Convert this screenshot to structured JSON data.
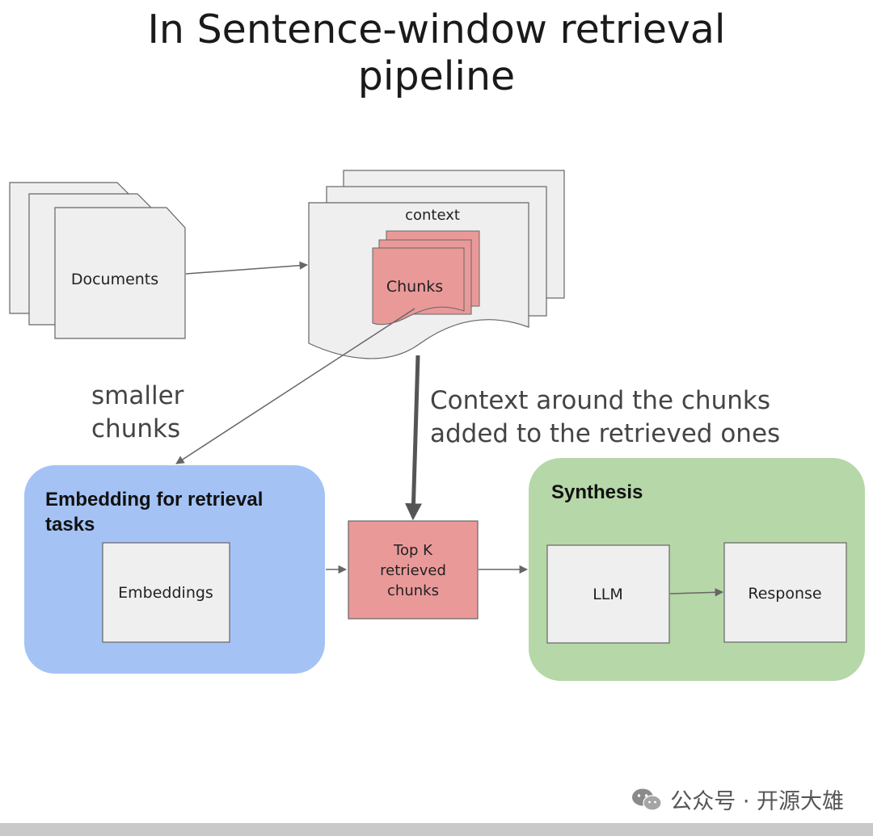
{
  "title": {
    "line1": "In Sentence-window retrieval",
    "line2": "pipeline"
  },
  "nodes": {
    "documents": "Documents",
    "context": "context",
    "chunks": "Chunks",
    "embedding_group_line1": "Embedding for retrieval",
    "embedding_group_line2": "tasks",
    "embeddings": "Embeddings",
    "topk_line1": "Top K",
    "topk_line2": "retrieved",
    "topk_line3": "chunks",
    "synthesis_group": "Synthesis",
    "llm": "LLM",
    "response": "Response"
  },
  "annotations": {
    "smaller_line1": "smaller",
    "smaller_line2": "chunks",
    "context_note_line1": "Context around the chunks",
    "context_note_line2": "added to the retrieved ones"
  },
  "colors": {
    "doc_fill": "#efefef",
    "chunk_fill": "#ea9999",
    "embedding_group": "#a4c2f4",
    "synthesis_group": "#b6d7a8",
    "arrow": "#666666"
  },
  "watermark": {
    "text": "公众号 · 开源大雄",
    "icon": "wechat-icon"
  }
}
